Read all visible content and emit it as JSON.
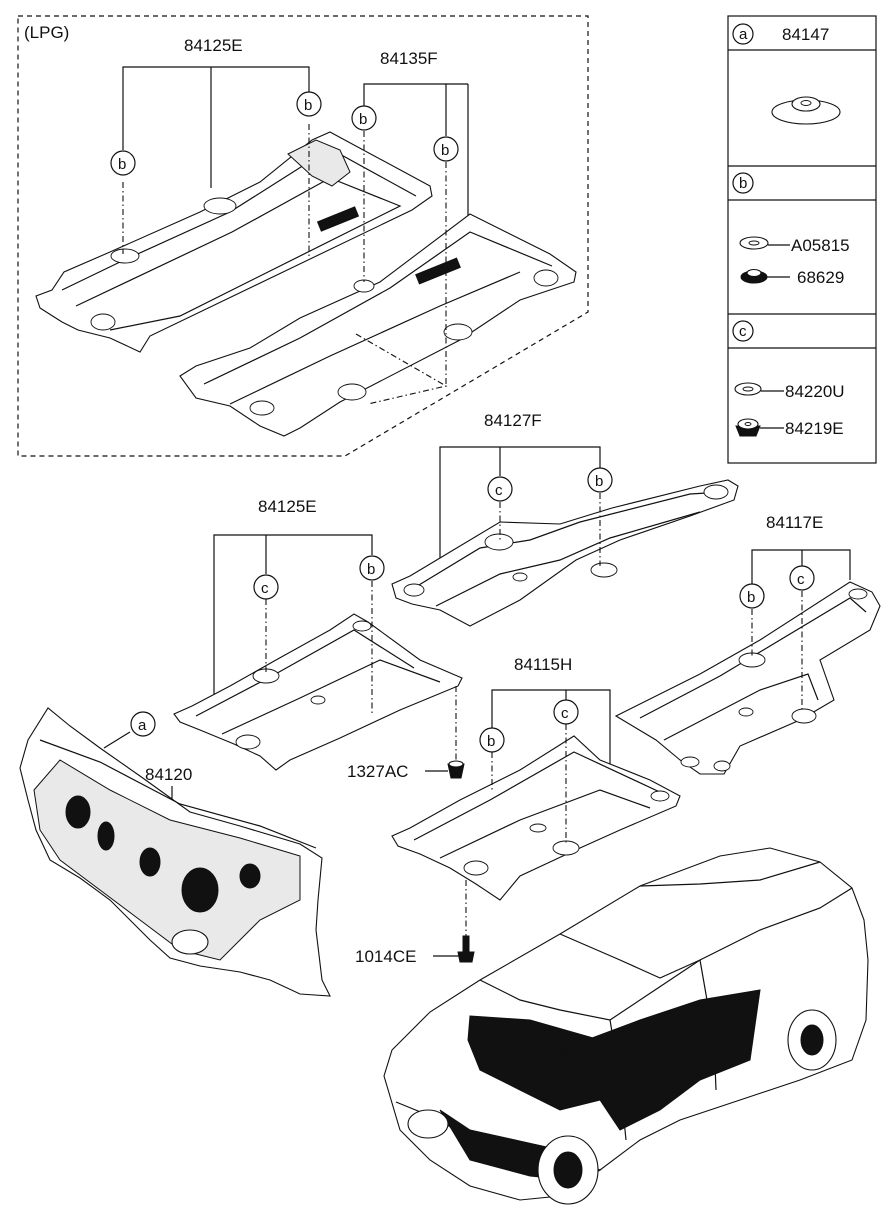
{
  "lpg_box": {
    "label": "(LPG)"
  },
  "parts": {
    "lpg_left_panel": "84125E",
    "lpg_right_panel": "84135F",
    "center_panel": "84125E",
    "upper_right_panel": "84127F",
    "far_right_panel": "84117E",
    "lower_middle_panel": "84115H",
    "dash_insulator": "84120",
    "nut": "1327AC",
    "bolt": "1014CE"
  },
  "callout_letters": {
    "a": "a",
    "b": "b",
    "c": "c"
  },
  "legend": {
    "sections": [
      {
        "letter": "a",
        "title": "84147",
        "items": []
      },
      {
        "letter": "b",
        "title": "",
        "items": [
          "A05815",
          "68629"
        ]
      },
      {
        "letter": "c",
        "title": "",
        "items": [
          "84220U",
          "84219E"
        ]
      }
    ]
  }
}
